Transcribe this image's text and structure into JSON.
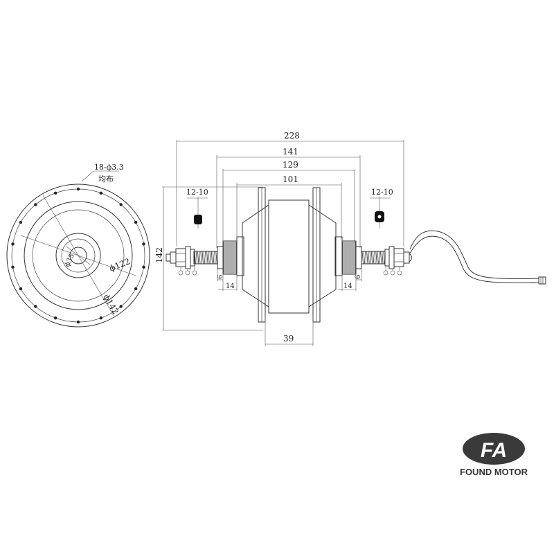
{
  "front_view": {
    "bolt_note": "18-ϕ3.3",
    "bolt_note_sub": "均布",
    "dia_inner": "ϕ35",
    "dia_mid": "ϕ122",
    "dia_outer": "ϕ142"
  },
  "side_view": {
    "dim_overall": "228",
    "dim_141": "141",
    "dim_129": "129",
    "dim_101": "101",
    "dim_height": "142",
    "dim_39": "39",
    "dim_14_left": "14",
    "dim_14_right": "14",
    "dim_6_left": "6",
    "dim_6_right": "6",
    "thread_left": "12-10",
    "thread_right": "12-10"
  },
  "logo": {
    "mark": "FA",
    "company": "FOUND MOTOR",
    "colors": {
      "dark": "#3a3a3a",
      "light": "#ffffff"
    }
  }
}
